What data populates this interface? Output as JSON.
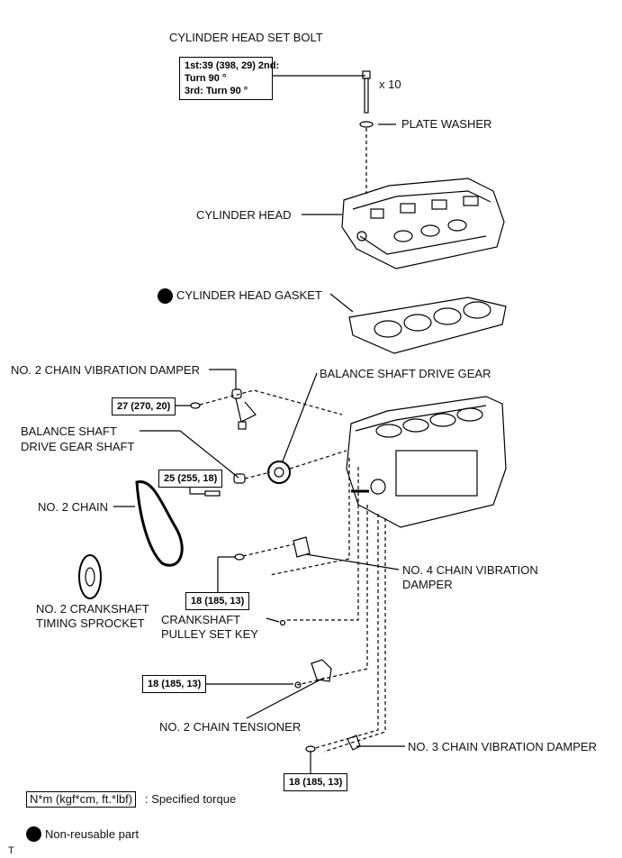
{
  "title": "CYLINDER HEAD SET BOLT",
  "labels": {
    "head_bolt_qty": "x 10",
    "plate_washer": "PLATE WASHER",
    "cylinder_head": "CYLINDER HEAD",
    "cylinder_head_gasket": "CYLINDER HEAD GASKET",
    "no2_chain_vibration_damper": "NO. 2 CHAIN VIBRATION DAMPER",
    "balance_shaft_drive_gear": "BALANCE SHAFT DRIVE GEAR",
    "balance_shaft_drive_gear_shaft_1": "BALANCE SHAFT",
    "balance_shaft_drive_gear_shaft_2": "DRIVE GEAR SHAFT",
    "no2_chain": "NO. 2 CHAIN",
    "no2_crankshaft_timing_sprocket_1": "NO. 2 CRANKSHAFT",
    "no2_crankshaft_timing_sprocket_2": "TIMING SPROCKET",
    "crankshaft_pulley_set_key_1": "CRANKSHAFT",
    "crankshaft_pulley_set_key_2": "PULLEY SET KEY",
    "no4_chain_vibration_damper_1": "NO. 4 CHAIN VIBRATION",
    "no4_chain_vibration_damper_2": "DAMPER",
    "no2_chain_tensioner": "NO. 2 CHAIN TENSIONER",
    "no3_chain_vibration_damper": "NO. 3 CHAIN VIBRATION DAMPER"
  },
  "torques": {
    "head_bolt_line1": "1st:39 (398, 29) 2nd:",
    "head_bolt_line2": "Turn 90 °",
    "head_bolt_line3": "3rd: Turn 90 °",
    "no2_damper_bolt": "27 (270, 20)",
    "gear_shaft_bolt": "25 (255, 18)",
    "no4_damper_bolt": "18 (185, 13)",
    "tensioner_bolt": "18 (185, 13)",
    "no3_damper_bolt": "18 (185, 13)"
  },
  "legend": {
    "torque_unit": "N*m (kgf*cm, ft.*lbf)",
    "torque_desc": ": Specified torque",
    "nonreusable": "Non-reusable part"
  },
  "corner_mark": "T"
}
